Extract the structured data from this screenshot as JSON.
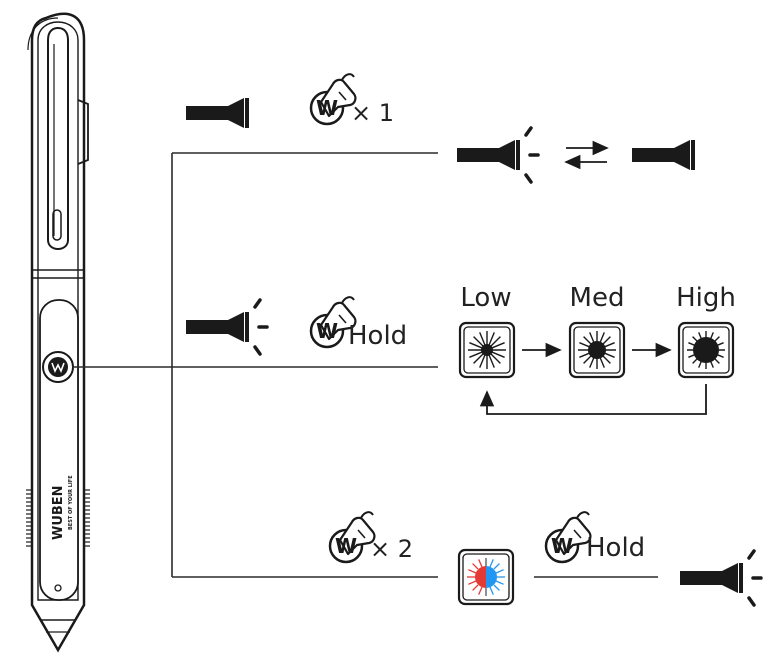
{
  "colors": {
    "ink": "#1a1a1a",
    "line": "#2b2b2b",
    "cold_blue": "#2196f3",
    "warm_red": "#e53935"
  },
  "icons": {
    "flashlight_off": "flashlight-off-icon",
    "flashlight_on": "flashlight-on-icon",
    "press_button": "w-button-press-icon",
    "brightness": "brightness-mode-icon",
    "red_blue": "red-blue-light-icon",
    "cycle": "swap-arrows-icon"
  },
  "actions": {
    "press_once_label": "× 1",
    "hold_label": "Hold",
    "press_twice_label": "× 2",
    "hold2_label": "Hold",
    "button_letter": "W"
  },
  "modes": {
    "low": "Low",
    "med": "Med",
    "high": "High"
  },
  "brand": {
    "logo_text": "WUBEN",
    "tagline": "BEST OF YOUR LIFE"
  }
}
